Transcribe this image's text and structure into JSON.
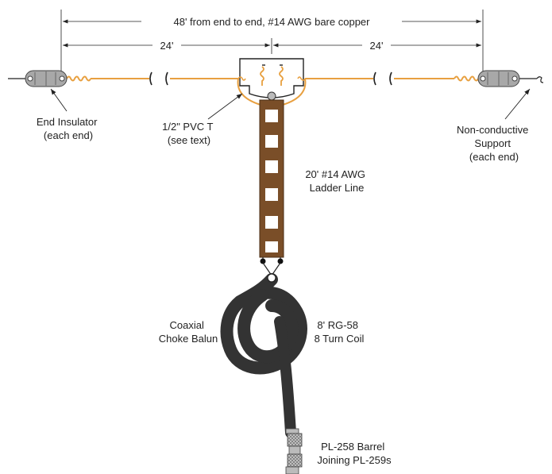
{
  "dimensions": {
    "total": "48' from end to end, #14 AWG bare copper",
    "left_half": "24'",
    "right_half": "24'"
  },
  "labels": {
    "end_insulator": [
      "End Insulator",
      "(each end)"
    ],
    "pvc_t": [
      "1/2\" PVC T",
      "(see text)"
    ],
    "support": [
      "Non-conductive",
      "Support",
      "(each end)"
    ],
    "ladder_line": [
      "20' #14 AWG",
      "Ladder Line"
    ],
    "choke_balun": [
      "Coaxial",
      "Choke Balun"
    ],
    "coil": [
      "8' RG-58",
      "8 Turn Coil"
    ],
    "barrel": [
      "PL-258 Barrel",
      "Joining PL-259s"
    ]
  },
  "colors": {
    "wire": "#E8A040",
    "ladder": "#7A4E28",
    "coax": "#333333",
    "insulator": "#A8A8A8",
    "line": "#222222"
  }
}
